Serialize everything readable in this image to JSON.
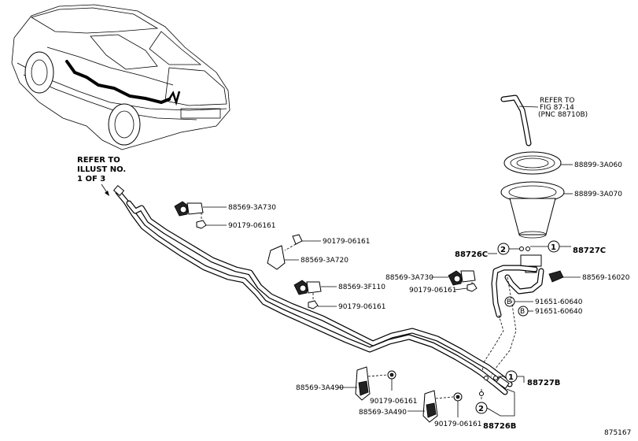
{
  "refer_top": {
    "line1": "REFER TO",
    "line2": "FIG 87-14",
    "line3": "(PNC 88710B)"
  },
  "refer_left": {
    "line1": "REFER TO",
    "line2": "ILLUST NO.",
    "line3": "1 OF 3"
  },
  "parts": {
    "p1": "88899-3A060",
    "p2": "88899-3A070",
    "p3": "88727C",
    "p4": "88726C",
    "p5": "88569-16020",
    "p6": "91651-60640",
    "p7": "91651-60640",
    "p8": "88569-3A730",
    "p9": "90179-06161",
    "p10": "88569-3A730",
    "p11": "90179-06161",
    "p12": "90179-06161",
    "p13": "88569-3A720",
    "p14": "88569-3F110",
    "p15": "90179-06161",
    "p16": "88727B",
    "p17": "88726B",
    "p18": "88569-3A490",
    "p19": "90179-06161",
    "p20": "88569-3A490",
    "p21": "90179-06161"
  },
  "markers": {
    "one": "1",
    "two": "2",
    "b": "B"
  },
  "diagram_id": "875167"
}
